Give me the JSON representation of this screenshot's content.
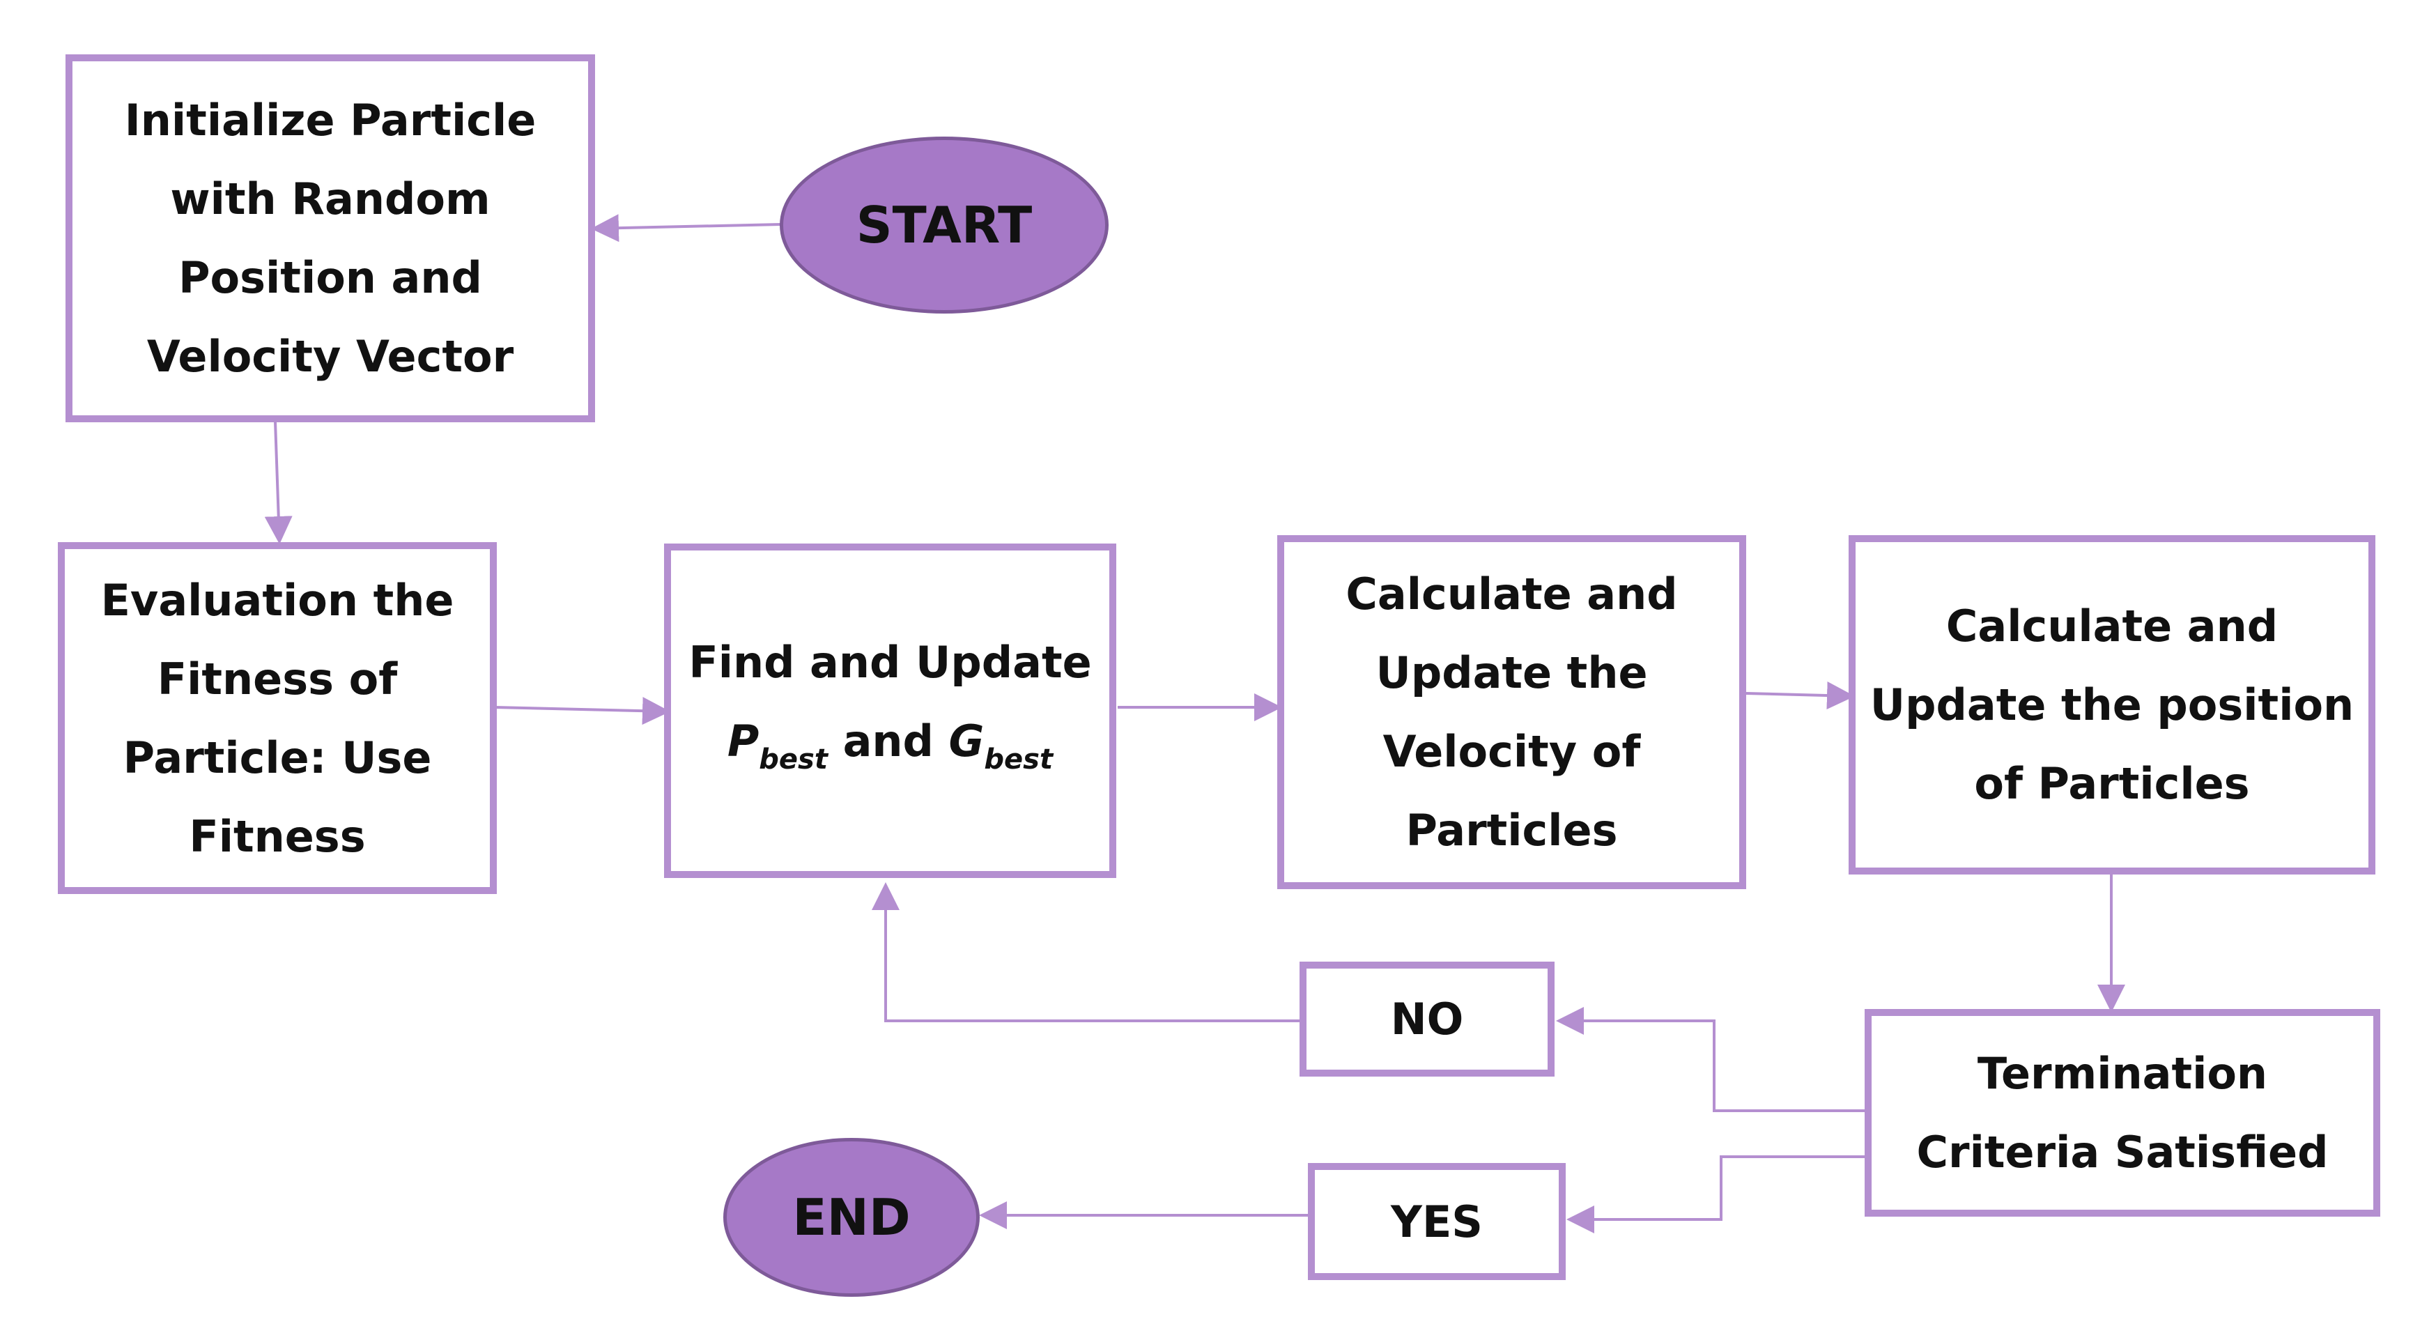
{
  "diagram": {
    "accent_color": "#b48fd0",
    "terminal_fill": "#a679c7",
    "start": "START",
    "end": "END",
    "init": "Initialize Particle\nwith Random\nPosition and\nVelocity Vector",
    "evaluate": "Evaluation the\nFitness of\nParticle: Use\nFitness",
    "find_update": {
      "line1": "Find and Update",
      "p_letter": "P",
      "p_sub": "best",
      "and": " and ",
      "g_letter": "G",
      "g_sub": "best"
    },
    "velocity": "Calculate and\nUpdate the\nVelocity of\nParticles",
    "position": "Calculate and\nUpdate the position\nof Particles",
    "termination": "Termination\nCriteria Satisfied",
    "no": "NO",
    "yes": "YES"
  }
}
